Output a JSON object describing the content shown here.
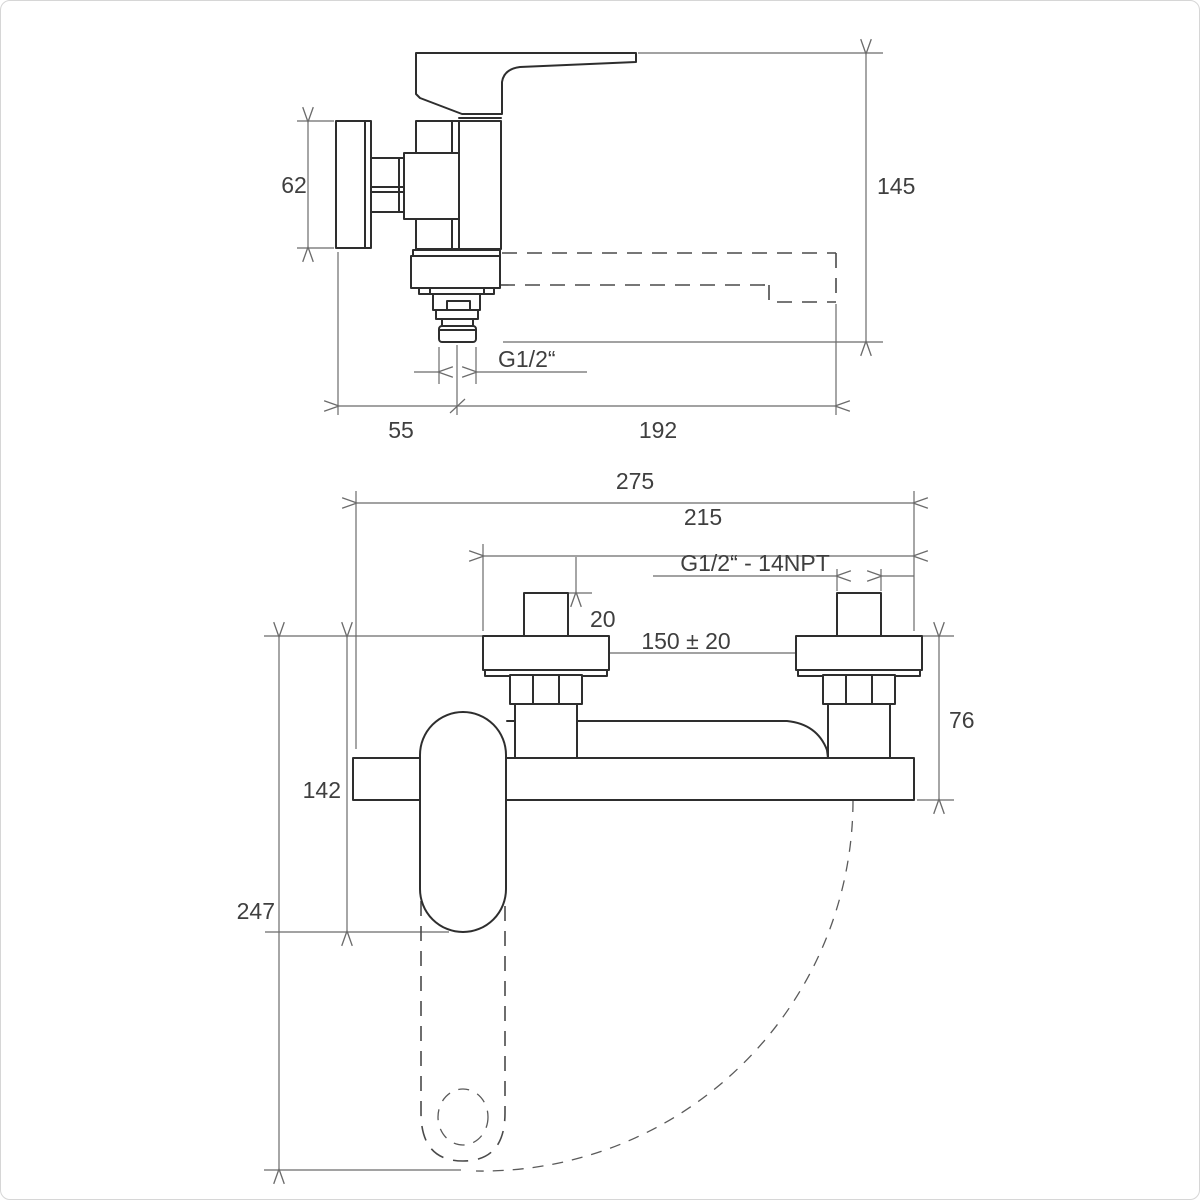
{
  "page": {
    "background": "#ffffff",
    "frame_color": "#d6d6d6",
    "object_line_color": "#2e2e2e",
    "dimension_line_color": "#6b6b6b",
    "label_color": "#3f3f3f"
  },
  "side_view": {
    "name": "Side profile of wall-mounted single-lever mixer with swivel spout (dashed) and G1/2 shower outlet",
    "dims": {
      "flange_height": "62",
      "total_height": "145",
      "outlet_thread": "G1/2“",
      "wall_to_outlet": "55",
      "spout_reach": "192"
    }
  },
  "front_view": {
    "name": "Front view with connection centers and swivel range of spout (dashed arc)",
    "dims": {
      "overall_width": "275",
      "flange_span": "215",
      "connection_thread": "G1/2“ - 14NPT",
      "stub_protrusion": "20",
      "hole_centers": "150 ± 20",
      "body_depth": "76",
      "spout_drop": "142",
      "spout_drop_max": "247"
    }
  }
}
